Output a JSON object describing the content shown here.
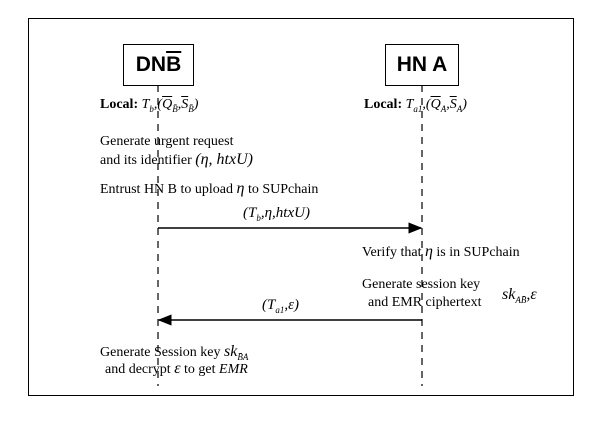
{
  "parties": {
    "left": {
      "prefix": "DN ",
      "name": "B"
    },
    "right": {
      "label": "HN A"
    }
  },
  "steps": {
    "left_local_label": "Local:",
    "left_local_vars": "T_b, (Q̂_B̄, Ŝ_B̄)",
    "right_local_label": "Local:",
    "right_local_vars": "T_a1, (Q̂_A, Ŝ_A)",
    "gen_request_1": "Generate urgent request",
    "gen_request_2": "and its identifier",
    "gen_request_2_math": "(η, htxU)",
    "entrust_1": "Entrust HN B to upload",
    "entrust_eta": "η",
    "entrust_2": "to SUPchain",
    "verify_1": "Verify that",
    "verify_eta": "η",
    "verify_2": "is in SUPchain",
    "gen_key_1": "Generate session key",
    "gen_key_2": "and EMR ciphertext",
    "gen_key_math": "sk_AB̄, ε",
    "final_1": "Generate  Session key",
    "final_math": "sk_B̄A",
    "final_2a": "and decrypt",
    "final_eps": "ε",
    "final_2b": "to get",
    "final_emr": "EMR"
  },
  "messages": [
    {
      "label": "(T_b, η, htxU)",
      "direction": "left-to-right"
    },
    {
      "label": "(T_a1, ε)",
      "direction": "right-to-left"
    }
  ]
}
